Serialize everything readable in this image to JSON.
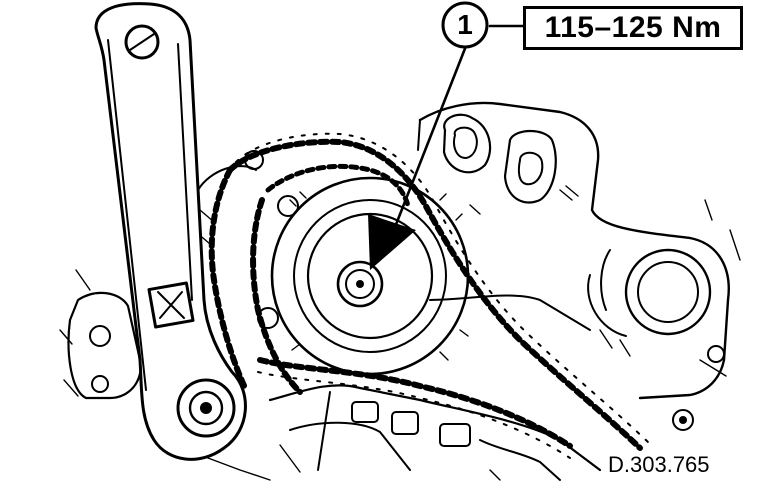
{
  "callout": {
    "number": "1",
    "torque_spec": "115–125 Nm"
  },
  "figure_reference": "D.303.765",
  "icons": [
    "wrench-icon",
    "sprocket-icon",
    "chain-icon",
    "arrow-icon"
  ],
  "colors": {
    "ink": "#000000",
    "paper": "#ffffff"
  }
}
